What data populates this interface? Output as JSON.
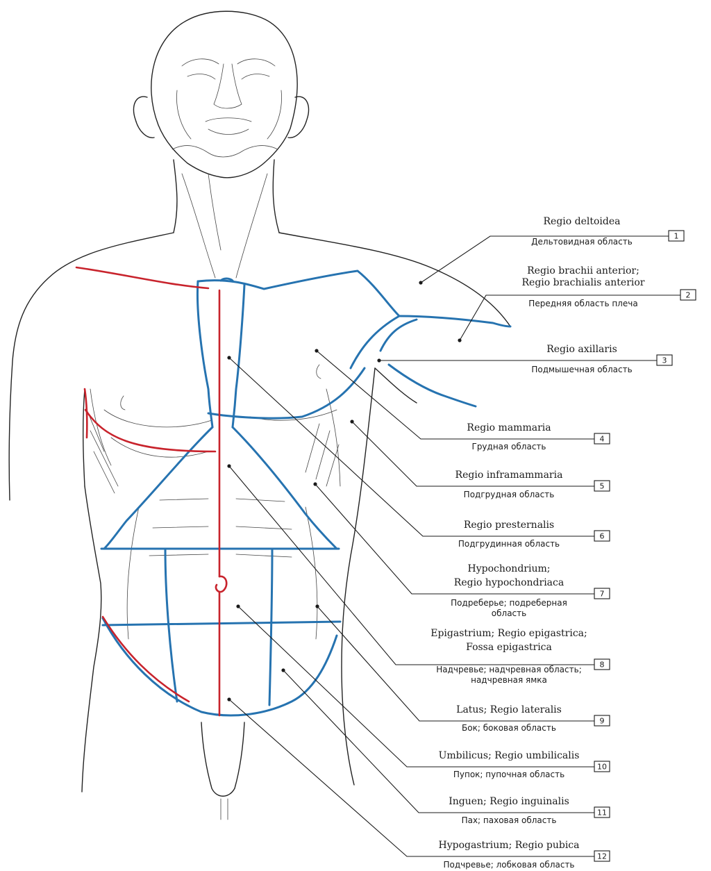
{
  "colors": {
    "boundary": "#2673b0",
    "midline": "#c8232c",
    "outline": "#222222"
  },
  "regions": [
    {
      "num": "1",
      "latin": [
        "Regio deltoidea"
      ],
      "russian": [
        "Дельтовидная область"
      ]
    },
    {
      "num": "2",
      "latin": [
        "Regio brachii anterior;",
        "Regio brachialis anterior"
      ],
      "russian": [
        "Передняя область плеча"
      ]
    },
    {
      "num": "3",
      "latin": [
        "Regio axillaris"
      ],
      "russian": [
        "Подмышечная область"
      ]
    },
    {
      "num": "4",
      "latin": [
        "Regio mammaria"
      ],
      "russian": [
        "Грудная область"
      ]
    },
    {
      "num": "5",
      "latin": [
        "Regio inframammaria"
      ],
      "russian": [
        "Подгрудная область"
      ]
    },
    {
      "num": "6",
      "latin": [
        "Regio presternalis"
      ],
      "russian": [
        "Подгрудинная область"
      ]
    },
    {
      "num": "7",
      "latin": [
        "Hypochondrium;",
        "Regio hypochondriaca"
      ],
      "russian": [
        "Подреберье; подреберная",
        "область"
      ]
    },
    {
      "num": "8",
      "latin": [
        "Epigastrium; Regio epigastrica;",
        "Fossa epigastrica"
      ],
      "russian": [
        "Надчревье; надчревная область;",
        "надчревная ямка"
      ]
    },
    {
      "num": "9",
      "latin": [
        "Latus; Regio lateralis"
      ],
      "russian": [
        "Бок; боковая область"
      ]
    },
    {
      "num": "10",
      "latin": [
        "Umbilicus; Regio umbilicalis"
      ],
      "russian": [
        "Пупок; пупочная область"
      ]
    },
    {
      "num": "11",
      "latin": [
        "Inguen; Regio inguinalis"
      ],
      "russian": [
        "Пах; паховая область"
      ]
    },
    {
      "num": "12",
      "latin": [
        "Hypogastrium; Regio pubica"
      ],
      "russian": [
        "Подчревье; лобковая область"
      ]
    }
  ]
}
